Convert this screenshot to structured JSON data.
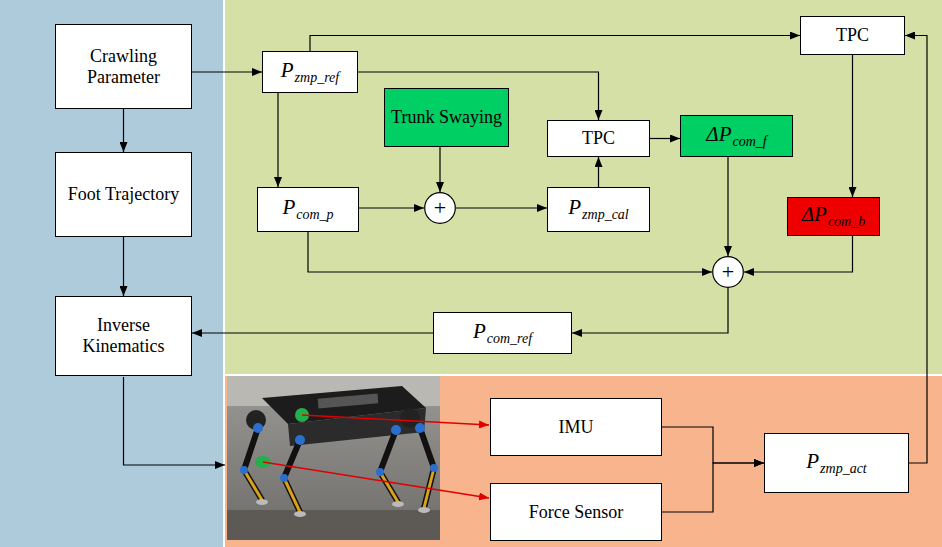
{
  "diagram": {
    "nodes": [
      {
        "text": [
          "Crawling Parameter"
        ]
      },
      {
        "text": [
          "P",
          "zmp_ref"
        ]
      },
      {
        "text": [
          "TPC"
        ]
      },
      {
        "text": [
          "Trunk Swaying"
        ]
      },
      {
        "text": [
          "TPC"
        ]
      },
      {
        "text": [
          "ΔP",
          "com_f"
        ]
      },
      {
        "text": [
          "ΔP",
          "com_b"
        ]
      },
      {
        "text": [
          "Foot Trajectory"
        ]
      },
      {
        "text": [
          "P",
          "com_p"
        ]
      },
      {
        "text": [
          "+"
        ]
      },
      {
        "text": [
          "P",
          "zmp_cal"
        ]
      },
      {
        "text": [
          "+"
        ]
      },
      {
        "text": [
          "Inverse Kinematics"
        ]
      },
      {
        "text": [
          "P",
          "com_ref"
        ]
      },
      {
        "text": [
          "IMU"
        ]
      },
      {
        "text": [
          "Force Sensor"
        ]
      },
      {
        "text": [
          "P",
          "zmp_act"
        ]
      }
    ],
    "edges": [
      {
        "from": 0,
        "to": 7,
        "arrow": "to"
      },
      {
        "from": 7,
        "to": 12,
        "arrow": "to"
      },
      {
        "from": 0,
        "to": 1,
        "arrow": "to"
      },
      {
        "from": 1,
        "to": 2,
        "arrow": "to"
      },
      {
        "from": 1,
        "to": 4,
        "arrow": "to"
      },
      {
        "from": 1,
        "to": 8,
        "arrow": "to"
      },
      {
        "from": 3,
        "to": 9,
        "arrow": "to"
      },
      {
        "from": 8,
        "to": 9,
        "arrow": "to"
      },
      {
        "from": 9,
        "to": 10,
        "arrow": "to"
      },
      {
        "from": 10,
        "to": 4,
        "arrow": "to"
      },
      {
        "from": 4,
        "to": 5,
        "arrow": "to"
      },
      {
        "from": 5,
        "to": 11,
        "arrow": "to"
      },
      {
        "from": 8,
        "to": 11,
        "arrow": "to"
      },
      {
        "from": 2,
        "to": 6,
        "arrow": "to"
      },
      {
        "from": 6,
        "to": 11,
        "arrow": "to"
      },
      {
        "from": 11,
        "to": 13,
        "arrow": "to"
      },
      {
        "from": 13,
        "to": 12,
        "arrow": "to"
      },
      {
        "from": 14,
        "to": 16,
        "arrow": "to"
      },
      {
        "from": 15,
        "to": 16,
        "arrow": "to"
      },
      {
        "from": 16,
        "to": 2,
        "arrow": "to"
      }
    ]
  }
}
